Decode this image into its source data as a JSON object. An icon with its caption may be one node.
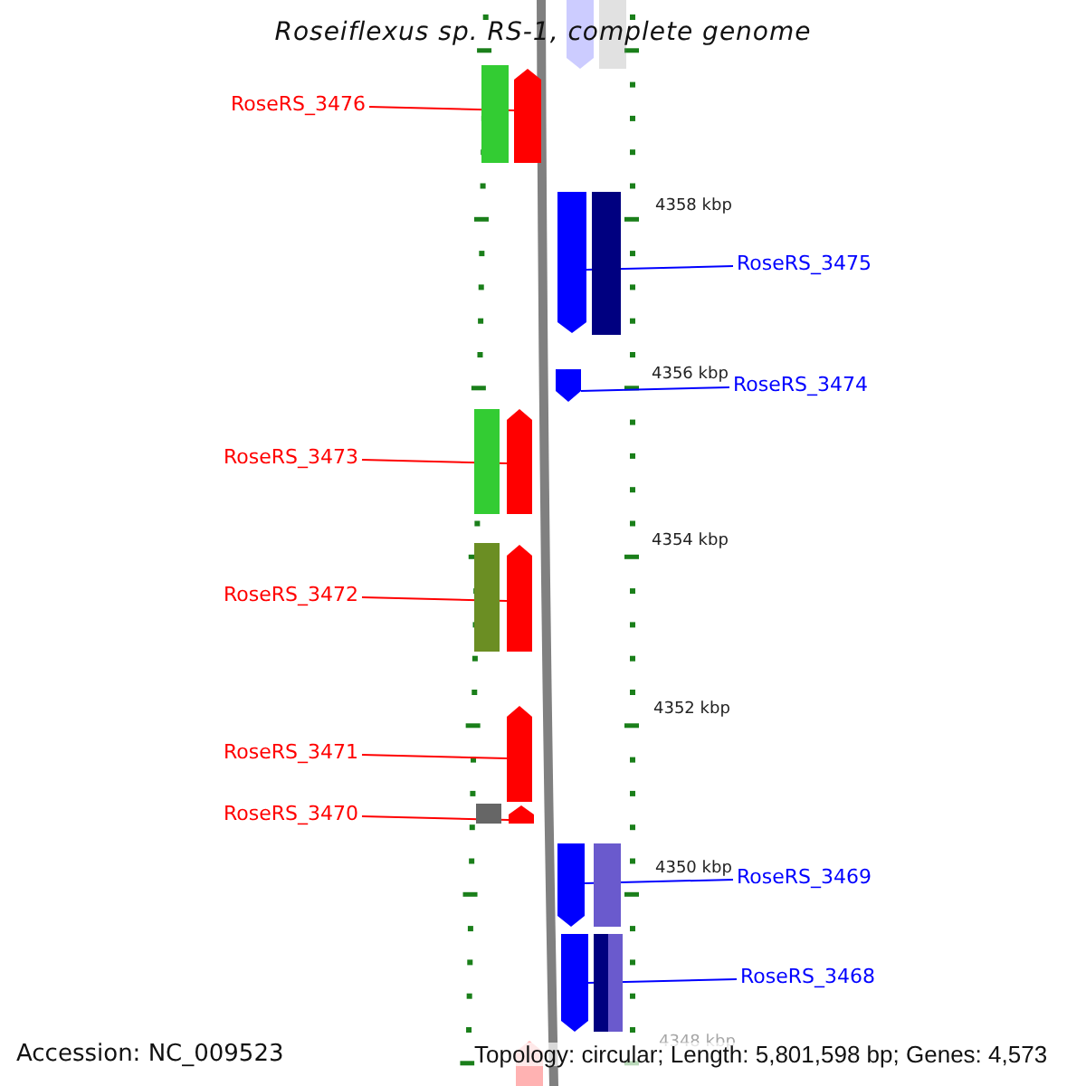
{
  "diagram": {
    "title": "Roseiflexus sp. RS-1, complete genome",
    "nodes": [
      {
        "text": [
          "RoseRS_3476"
        ]
      },
      {
        "text": [
          "RoseRS_3475"
        ]
      },
      {
        "text": [
          "RoseRS_3474"
        ]
      },
      {
        "text": [
          "RoseRS_3473"
        ]
      },
      {
        "text": [
          "RoseRS_3472"
        ]
      },
      {
        "text": [
          "RoseRS_3471"
        ]
      },
      {
        "text": [
          "RoseRS_3470"
        ]
      },
      {
        "text": [
          "RoseRS_3469"
        ]
      },
      {
        "text": [
          "RoseRS_3468"
        ]
      },
      {
        "text": [],
        "shape": "arrow"
      },
      {
        "text": [],
        "shape": "arrow"
      },
      {
        "text": [],
        "shape": "arrow"
      },
      {
        "text": [],
        "shape": "arrow"
      },
      {
        "text": [],
        "shape": "arrow"
      },
      {
        "text": [],
        "shape": "arrow"
      },
      {
        "text": [],
        "shape": "arrow"
      },
      {
        "text": [],
        "shape": "arrow"
      },
      {
        "text": [],
        "shape": "arrow"
      },
      {
        "text": [],
        "shape": "arrow"
      },
      {
        "text": [],
        "shape": "bar"
      },
      {
        "text": [],
        "shape": "bar"
      },
      {
        "text": [],
        "shape": "bar"
      },
      {
        "text": [],
        "shape": "bar"
      },
      {
        "text": [],
        "shape": "bar"
      },
      {
        "text": [],
        "shape": "bar"
      },
      {
        "text": [],
        "shape": "bar"
      },
      {
        "text": [],
        "shape": "bar"
      },
      {
        "text": [],
        "shape": "bar"
      },
      {
        "text": [],
        "shape": "arrow"
      }
    ],
    "edges": [
      {
        "from": 0,
        "to": 9,
        "arrow": "none"
      },
      {
        "from": 1,
        "to": 10,
        "arrow": "none",
        "color": "#0000ff"
      },
      {
        "from": 2,
        "to": 11,
        "arrow": "none",
        "color": "#0000ff"
      },
      {
        "from": 3,
        "to": 12,
        "arrow": "none"
      },
      {
        "from": 4,
        "to": 13,
        "arrow": "none"
      },
      {
        "from": 5,
        "to": 14,
        "arrow": "none"
      },
      {
        "from": 6,
        "to": 15,
        "arrow": "none"
      },
      {
        "from": 7,
        "to": 16,
        "arrow": "none",
        "color": "#0000ff"
      },
      {
        "from": 8,
        "to": 17,
        "arrow": "none",
        "color": "#0000ff"
      }
    ],
    "labels": [
      "4358 kbp",
      "4356 kbp",
      "4354 kbp",
      "4352 kbp",
      "4350 kbp",
      "4348 kbp",
      "Accession: NC_009523",
      "Topology: circular; Length: 5,801,598 bp; Genes: 4,573"
    ]
  }
}
